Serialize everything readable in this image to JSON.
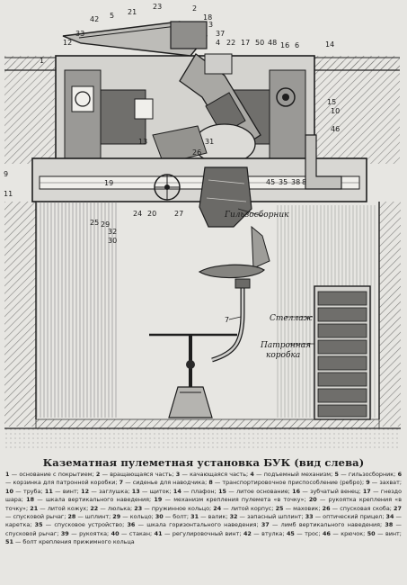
{
  "title": "Казематная пулеметная установка БУК (вид слева)",
  "labels": {
    "shell_catcher": "Гильзосборник",
    "rack": "Стеллаж",
    "cartridge_box_line1": "Патронная",
    "cartridge_box_line2": "коробка"
  },
  "callouts": [
    "42",
    "5",
    "21",
    "23",
    "2",
    "18",
    "33",
    "3",
    "37",
    "12",
    "1",
    "4",
    "22",
    "17",
    "50",
    "48",
    "16",
    "6",
    "14",
    "15",
    "10",
    "13",
    "31",
    "46",
    "26",
    "9",
    "11",
    "19",
    "45",
    "35",
    "38",
    "8",
    "24",
    "20",
    "27",
    "25",
    "29",
    "32",
    "30",
    "7"
  ],
  "legend": [
    {
      "n": "1",
      "t": "основание с покрытием"
    },
    {
      "n": "2",
      "t": "вращающаяся часть"
    },
    {
      "n": "3",
      "t": "качающаяся часть"
    },
    {
      "n": "4",
      "t": "подъемный механизм"
    },
    {
      "n": "5",
      "t": "гильзосборник"
    },
    {
      "n": "6",
      "t": "корзинка для патронной коробки"
    },
    {
      "n": "7",
      "t": "сиденье для наводчика"
    },
    {
      "n": "8",
      "t": "транспортировочное приспособление (ребро)"
    },
    {
      "n": "9",
      "t": "захват"
    },
    {
      "n": "10",
      "t": "труба"
    },
    {
      "n": "11",
      "t": "винт"
    },
    {
      "n": "12",
      "t": "заглушка"
    },
    {
      "n": "13",
      "t": "щиток"
    },
    {
      "n": "14",
      "t": "плафон"
    },
    {
      "n": "15",
      "t": "литое основание"
    },
    {
      "n": "16",
      "t": "зубчатый венец"
    },
    {
      "n": "17",
      "t": "гнездо шара"
    },
    {
      "n": "18",
      "t": "шкала вертикального наведения"
    },
    {
      "n": "19",
      "t": "механизм крепления пулемета «в точку»"
    },
    {
      "n": "20",
      "t": "рукоятка крепления «в точку»"
    },
    {
      "n": "21",
      "t": "литой кожух"
    },
    {
      "n": "22",
      "t": "люлька"
    },
    {
      "n": "23",
      "t": "пружинное кольцо"
    },
    {
      "n": "24",
      "t": "литой корпус"
    },
    {
      "n": "25",
      "t": "маховик"
    },
    {
      "n": "26",
      "t": "спусковая скоба"
    },
    {
      "n": "27",
      "t": "спусковой рычаг"
    },
    {
      "n": "28",
      "t": "шплинт"
    },
    {
      "n": "29",
      "t": "кольцо"
    },
    {
      "n": "30",
      "t": "болт"
    },
    {
      "n": "31",
      "t": "валик"
    },
    {
      "n": "32",
      "t": "запасный шплинт"
    },
    {
      "n": "33",
      "t": "оптический прицел"
    },
    {
      "n": "34",
      "t": "каретка"
    },
    {
      "n": "35",
      "t": "спусковое устройство"
    },
    {
      "n": "36",
      "t": "шкала горизонтального наведения"
    },
    {
      "n": "37",
      "t": "лимб вертикального наведения"
    },
    {
      "n": "38",
      "t": "спусковой рычаг"
    },
    {
      "n": "39",
      "t": "рукоятка"
    },
    {
      "n": "40",
      "t": "стакан"
    },
    {
      "n": "41",
      "t": "регулировочный винт"
    },
    {
      "n": "42",
      "t": "втулка"
    },
    {
      "n": "45",
      "t": "трос"
    },
    {
      "n": "46",
      "t": "крючок"
    },
    {
      "n": "50",
      "t": "винт"
    },
    {
      "n": "51",
      "t": "болт крепления прижимного кольца"
    }
  ]
}
